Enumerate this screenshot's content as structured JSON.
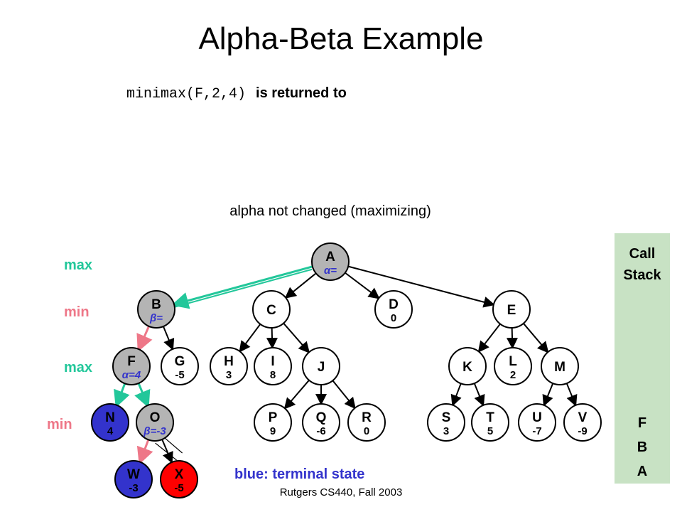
{
  "slide": {
    "title": "Alpha-Beta Example",
    "call_code": "minimax(F,2,4)",
    "call_text": "is returned to",
    "note": "alpha not changed (maximizing)",
    "legend": "blue: terminal state",
    "footer": "Rutgers CS440, Fall 2003"
  },
  "levels": [
    "max",
    "min",
    "max",
    "min"
  ],
  "call_stack": {
    "title_line1": "Call",
    "title_line2": "Stack",
    "items": [
      "F",
      "B",
      "A"
    ]
  },
  "colors": {
    "gray": "#b4b4b4",
    "terminal": "#3333cc",
    "pruned": "#ff0000",
    "max_color": "#22c79a",
    "min_color": "#ee7788",
    "annotation": "#3333cc"
  },
  "nodes": [
    {
      "id": "A",
      "label": "A",
      "value": "α=",
      "style": "gray"
    },
    {
      "id": "B",
      "label": "B",
      "value": "β=",
      "style": "gray"
    },
    {
      "id": "C",
      "label": "C",
      "value": "",
      "style": "white"
    },
    {
      "id": "D",
      "label": "D",
      "value": "0",
      "style": "white"
    },
    {
      "id": "E",
      "label": "E",
      "value": "",
      "style": "white"
    },
    {
      "id": "F",
      "label": "F",
      "value": "α=4",
      "style": "gray"
    },
    {
      "id": "G",
      "label": "G",
      "value": "-5",
      "style": "white"
    },
    {
      "id": "H",
      "label": "H",
      "value": "3",
      "style": "white"
    },
    {
      "id": "I",
      "label": "I",
      "value": "8",
      "style": "white"
    },
    {
      "id": "J",
      "label": "J",
      "value": "",
      "style": "white"
    },
    {
      "id": "K",
      "label": "K",
      "value": "",
      "style": "white"
    },
    {
      "id": "L",
      "label": "L",
      "value": "2",
      "style": "white"
    },
    {
      "id": "M",
      "label": "M",
      "value": "",
      "style": "white"
    },
    {
      "id": "N",
      "label": "N",
      "value": "4",
      "style": "terminal"
    },
    {
      "id": "O",
      "label": "O",
      "value": "β=-3",
      "style": "gray"
    },
    {
      "id": "P",
      "label": "P",
      "value": "9",
      "style": "white"
    },
    {
      "id": "Q",
      "label": "Q",
      "value": "-6",
      "style": "white"
    },
    {
      "id": "R",
      "label": "R",
      "value": "0",
      "style": "white"
    },
    {
      "id": "S",
      "label": "S",
      "value": "3",
      "style": "white"
    },
    {
      "id": "T",
      "label": "T",
      "value": "5",
      "style": "white"
    },
    {
      "id": "U",
      "label": "U",
      "value": "-7",
      "style": "white"
    },
    {
      "id": "V",
      "label": "V",
      "value": "-9",
      "style": "white"
    },
    {
      "id": "W",
      "label": "W",
      "value": "-3",
      "style": "terminal"
    },
    {
      "id": "X",
      "label": "X",
      "value": "-5",
      "style": "pruned"
    }
  ],
  "edges": [
    {
      "from": "A",
      "to": "B",
      "highlight": "max"
    },
    {
      "from": "A",
      "to": "C",
      "highlight": "none"
    },
    {
      "from": "A",
      "to": "D",
      "highlight": "none"
    },
    {
      "from": "A",
      "to": "E",
      "highlight": "none"
    },
    {
      "from": "B",
      "to": "F",
      "highlight": "min"
    },
    {
      "from": "B",
      "to": "G",
      "highlight": "none"
    },
    {
      "from": "C",
      "to": "H",
      "highlight": "none"
    },
    {
      "from": "C",
      "to": "I",
      "highlight": "none"
    },
    {
      "from": "C",
      "to": "J",
      "highlight": "none"
    },
    {
      "from": "E",
      "to": "K",
      "highlight": "none"
    },
    {
      "from": "E",
      "to": "L",
      "highlight": "none"
    },
    {
      "from": "E",
      "to": "M",
      "highlight": "none"
    },
    {
      "from": "F",
      "to": "N",
      "highlight": "max"
    },
    {
      "from": "F",
      "to": "O",
      "highlight": "max"
    },
    {
      "from": "J",
      "to": "P",
      "highlight": "none"
    },
    {
      "from": "J",
      "to": "Q",
      "highlight": "none"
    },
    {
      "from": "J",
      "to": "R",
      "highlight": "none"
    },
    {
      "from": "K",
      "to": "S",
      "highlight": "none"
    },
    {
      "from": "K",
      "to": "T",
      "highlight": "none"
    },
    {
      "from": "M",
      "to": "U",
      "highlight": "none"
    },
    {
      "from": "M",
      "to": "V",
      "highlight": "none"
    },
    {
      "from": "O",
      "to": "W",
      "highlight": "min"
    },
    {
      "from": "O",
      "to": "X",
      "highlight": "pruned"
    }
  ]
}
